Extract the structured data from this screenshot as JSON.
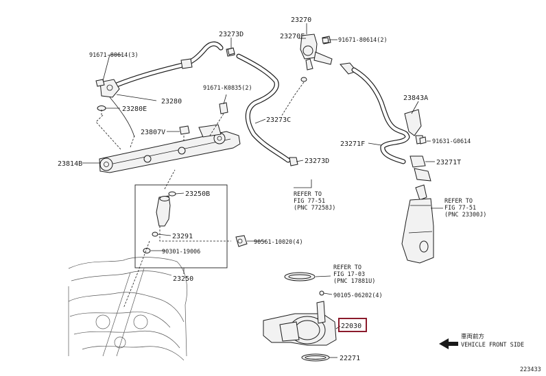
{
  "diagram": {
    "footer_code": "223433",
    "part_labels": {
      "p23270": "23270",
      "p23270F": "23270F",
      "p23273D_top": "23273D",
      "p91671_80614_left": "91671-80614(3)",
      "p91671_80614_right": "91671-80614(2)",
      "p91671_K0835": "91671-K0835(2)",
      "p23280": "23280",
      "p23280E": "23280E",
      "p23807V": "23807V",
      "p23814B": "23814B",
      "p23273C": "23273C",
      "p23273D_low": "23273D",
      "p23843A": "23843A",
      "p91631_G0614": "91631-G0614",
      "p23271F": "23271F",
      "p23271T": "23271T",
      "p23250B": "23250B",
      "p23291": "23291",
      "p90301_19006": "90301-19006",
      "p90561_10020": "90561-10020(4)",
      "p23250": "23250",
      "p90105_06202": "90105-06202(4)",
      "p22030": "22030",
      "p22271": "22271"
    },
    "references": {
      "ref1": {
        "line1": "REFER TO",
        "line2": "FIG 77-51",
        "line3": "(PNC 77258J)"
      },
      "ref2": {
        "line1": "REFER TO",
        "line2": "FIG 77-51",
        "line3": "(PNC 23300J)"
      },
      "ref3": {
        "line1": "REFER TO",
        "line2": "FIG 17-03",
        "line3": "(PNC 17881U)"
      }
    },
    "front_indicator": {
      "jp": "車両前方",
      "en": "VEHICLE FRONT SIDE"
    },
    "highlight_color": "#8b1a2b"
  }
}
